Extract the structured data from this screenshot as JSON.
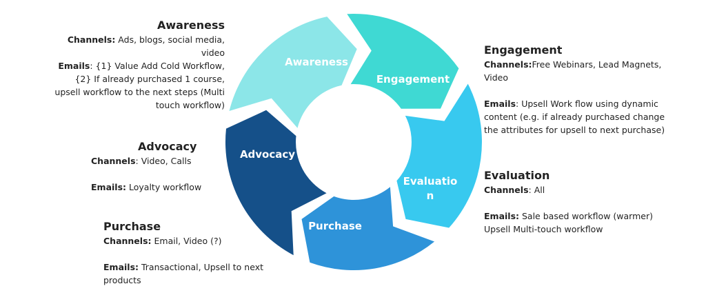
{
  "colors": {
    "awareness": "#8ce6e8",
    "engagement": "#3fd9d3",
    "evaluation": "#38c9ef",
    "purchase": "#2e93d9",
    "advocacy": "#155089"
  },
  "segments": {
    "awareness": "Awareness",
    "engagement": "Engagement",
    "evaluation_line1": "Evaluatio",
    "evaluation_line2": "n",
    "purchase": "Purchase",
    "advocacy": "Advocacy"
  },
  "awareness": {
    "title": "Awareness",
    "channels_label": "Channels:",
    "channels_text": " Ads, blogs, social media, video",
    "emails_label": "Emails",
    "emails_text": ": {1} Value Add Cold Workflow, {2} If already purchased 1 course, upsell workflow to the next steps (Multi touch workflow)"
  },
  "engagement": {
    "title": "Engagement",
    "channels_label": "Channels:",
    "channels_text": "Free Webinars, Lead Magnets, Video",
    "emails_label": "Emails",
    "emails_text": ": Upsell Work flow using dynamic content (e.g. if already purchased change the attributes for upsell to next purchase)"
  },
  "advocacy": {
    "title": "Advocacy",
    "channels_label": "Channels",
    "channels_text": ": Video, Calls",
    "emails_label": "Emails:",
    "emails_text": " Loyalty workflow"
  },
  "evaluation": {
    "title": "Evaluation",
    "channels_label": "Channels",
    "channels_text": ": All",
    "emails_label": "Emails:",
    "emails_text": "  Sale based workflow (warmer) Upsell Multi-touch  workflow"
  },
  "purchase": {
    "title": "Purchase",
    "channels_label": "Channels:",
    "channels_text": " Email, Video (?)",
    "emails_label": "Emails:",
    "emails_text": "  Transactional, Upsell to next products"
  }
}
